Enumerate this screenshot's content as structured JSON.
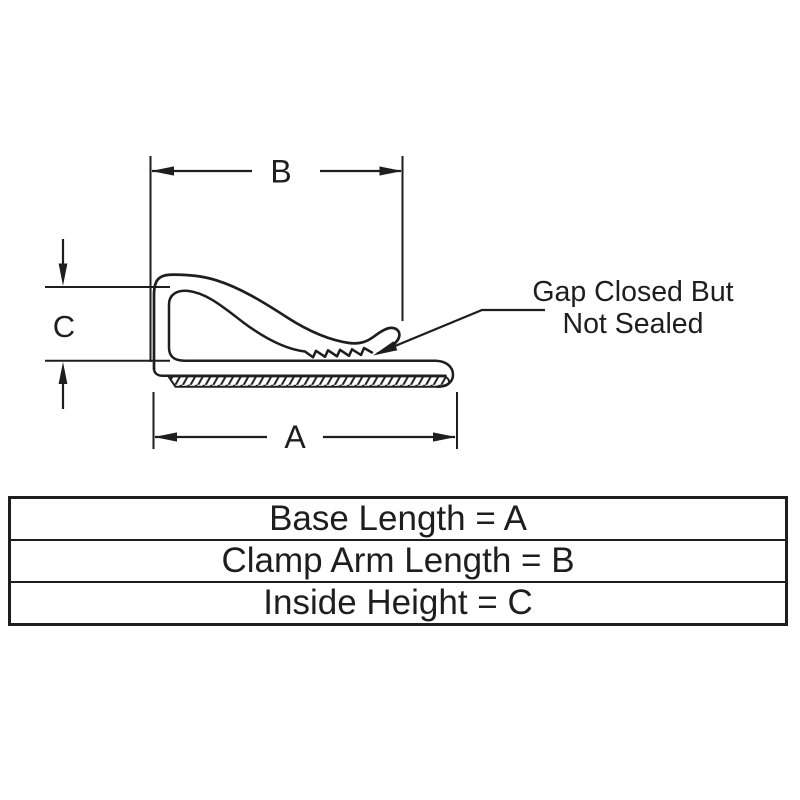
{
  "page": {
    "background": "#ffffff",
    "line_color": "#1e1e1e"
  },
  "diagram": {
    "dimension_labels": {
      "b": "B",
      "c": "C",
      "a": "A"
    },
    "annotation": {
      "line1": "Gap Closed But",
      "line2": "Not Sealed"
    }
  },
  "legend_table": {
    "rows": [
      {
        "label": "Base Length = A"
      },
      {
        "label": "Clamp Arm Length = B"
      },
      {
        "label": "Inside Height = C"
      }
    ]
  }
}
